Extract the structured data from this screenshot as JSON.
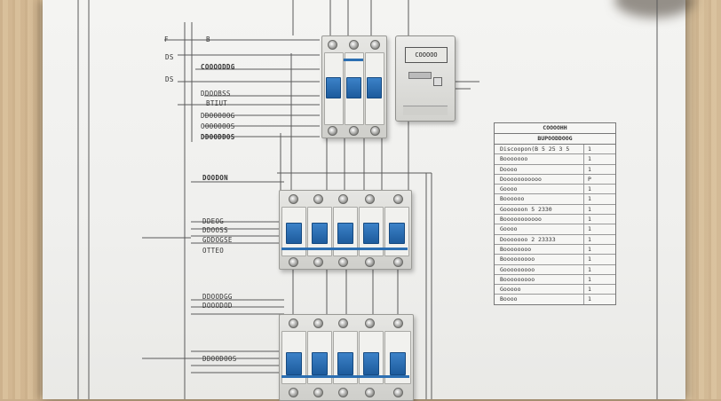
{
  "scene": "electrical schematic drawing on desk",
  "colors": {
    "paper": "#f2f2f0",
    "desk": "#cfb08a",
    "breaker_handle": "#2a6db0",
    "line": "#555555"
  },
  "left_labels": [
    "F",
    "B",
    "DS",
    "COOOODDG",
    "DS",
    "DDOOBSS",
    "BTIUT",
    "DDOOOOOG",
    "OOOOOOOS",
    "DDOODDOS",
    "DOODON",
    "DDEOG",
    "DDOOSS",
    "GDDOGSE",
    "OTTEO",
    "DDOODGG",
    "DOOODOD",
    "DDOODOOS"
  ],
  "meter": {
    "display": "COOOOO"
  },
  "table": {
    "header_1": "COOOOHH",
    "header_2": "BUPOODDOOG",
    "rows": [
      {
        "name": "Discoopon(B 5 25 3 5",
        "val": "1"
      },
      {
        "name": "Booooooo",
        "val": "1"
      },
      {
        "name": "Doooo",
        "val": "1"
      },
      {
        "name": "Dooooooooooo",
        "val": "P"
      },
      {
        "name": "Goooo",
        "val": "1"
      },
      {
        "name": "Boooooo",
        "val": "1"
      },
      {
        "name": "Goooooon 5 2330",
        "val": "1"
      },
      {
        "name": "Booooooooooo",
        "val": "1"
      },
      {
        "name": "Goooo",
        "val": "1"
      },
      {
        "name": "Dooooooo 2 23333",
        "val": "1"
      },
      {
        "name": "Boooooooo",
        "val": "1"
      },
      {
        "name": "Booooooooo",
        "val": "1"
      },
      {
        "name": "Gooooooooo",
        "val": "1"
      },
      {
        "name": "Booooooooo",
        "val": "1"
      },
      {
        "name": "Gooooo",
        "val": "1"
      },
      {
        "name": "Boooo",
        "val": "1"
      }
    ]
  }
}
